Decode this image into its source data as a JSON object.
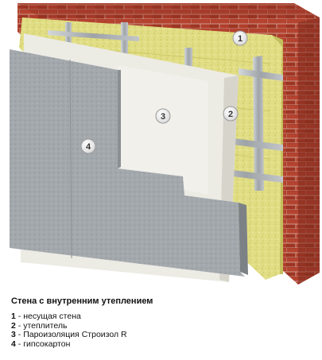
{
  "diagram": {
    "title": "Стена с внутренним утеплением",
    "badges": [
      {
        "number": "1"
      },
      {
        "number": "2"
      },
      {
        "number": "3"
      },
      {
        "number": "4"
      }
    ],
    "legend": [
      {
        "number": "1",
        "separator": " - ",
        "label": "несущая стена"
      },
      {
        "number": "2",
        "separator": " - ",
        "label": "утеплитель"
      },
      {
        "number": "3",
        "separator": " - ",
        "label": "Пароизоляция Строизол R"
      },
      {
        "number": "4",
        "separator": " - ",
        "label": "гипсокартон"
      }
    ],
    "colors": {
      "brick": "#a83a2a",
      "mortar": "#d9a79b",
      "insulation": "#dedc7f",
      "metal_frame": "#a9aeb2",
      "vapor_barrier": "#e9e7df",
      "drywall": "#a2a7ac"
    }
  }
}
